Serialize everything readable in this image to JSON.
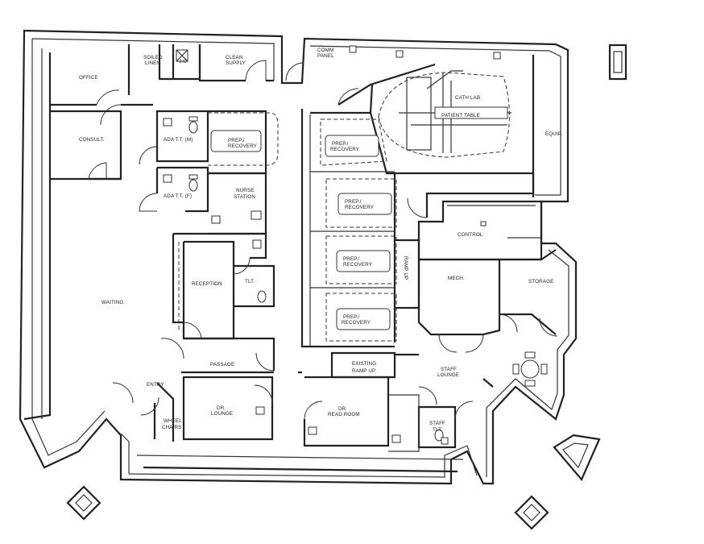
{
  "rooms": {
    "office": "OFFICE",
    "soiled_linen": [
      "SOILED",
      "LINEN"
    ],
    "jc": "J.C.",
    "clean_supply": [
      "CLEAN",
      "SUPPLY"
    ],
    "comm_panel": [
      "COMM",
      "PANEL"
    ],
    "consult": "CONSULT.",
    "ada_tlt_m": "ADA  T.T. (M)",
    "ada_tlt_f": "ADA  T.T. (F)",
    "prep_recovery": [
      "PREP./",
      "RECOVERY"
    ],
    "nurse_station": [
      "NURSE",
      "STATION"
    ],
    "cath_lab": "CATH LAB",
    "patient_table": "PATIENT TABLE",
    "equip": "EQUIP.",
    "control": "CONTROL",
    "reception": "RECEPTION",
    "tlt": "TLT.",
    "waiting": "WAITING",
    "ramp_up": "RAMP UP",
    "mech": "MECH.",
    "storage": "STORAGE",
    "passage": "PASSAGE",
    "existing_ramp": [
      "EXISTING",
      "RAMP UP"
    ],
    "staff_lounge": [
      "STAFF",
      "LOUNGE"
    ],
    "entry": "ENTRY",
    "wheel_chairs": [
      "WHEEL",
      "CHAIRS"
    ],
    "dr_lounge": [
      "DR.",
      "LOUNGE"
    ],
    "dr_read_room": [
      "DR.",
      "READ ROOM"
    ],
    "staff_tlt": [
      "STAFF",
      "TLT."
    ]
  }
}
